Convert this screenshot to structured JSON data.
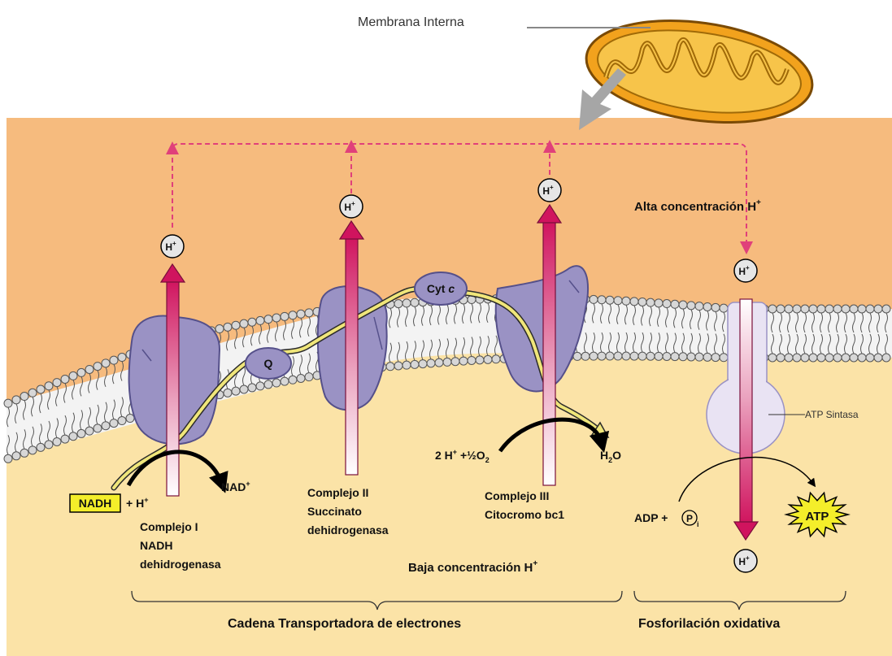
{
  "colors": {
    "background_top": "#ffffff",
    "intermembrane_space": "#f6bb7e",
    "matrix": "#fbe3a7",
    "phospholipid_head": "#d7d7d7",
    "protein": "#9a92c4",
    "proton_arrow": "#d0145e",
    "electron_path": "#f0e67a",
    "mitochondrion": "#f2a21d",
    "atp_burst": "#f4ee2a"
  },
  "icons": {
    "mitochondrion": "mitochondrion-icon",
    "proton": "proton-ion-icon",
    "atp": "atp-starburst-icon"
  },
  "labels": {
    "membrana_interna": "Membrana Interna",
    "alta_concentracion": "Alta concentración H",
    "alta_concentracion_sup": "+",
    "baja_concentracion": "Baja concentración  H",
    "baja_concentracion_sup": "+",
    "atp_sintasa": "ATP Sintasa",
    "cadena": "Cadena Transportadora de electrones",
    "fosforilacion": "Fosforilación oxidativa",
    "q": "Q",
    "cyt": "Cyt",
    "cyt_c": "c",
    "atp": "ATP"
  },
  "complexes": [
    {
      "title": "Complejo I",
      "line2": "NADH",
      "line3": "dehidrogenasa"
    },
    {
      "title": "Complejo II",
      "line2": "Succinato",
      "line3": "dehidrogenasa"
    },
    {
      "title": "Complejo III",
      "line2": "Citocromo  bc1"
    }
  ],
  "reactions": {
    "nadh": "NADH",
    "plus_h": "+ H",
    "plus_h_sup": "+",
    "nad": "NAD",
    "nad_sup": "+",
    "two_h": "2 H",
    "two_h_sup": "+",
    "plus_half": " +½O",
    "o_sub": "2",
    "h2o_h": "H",
    "h2o_sub": "2",
    "h2o_o": "O",
    "adp": "ADP + ",
    "pi_p": "P",
    "pi_sub": "i"
  },
  "ion": {
    "symbol": "H",
    "charge": "+"
  }
}
